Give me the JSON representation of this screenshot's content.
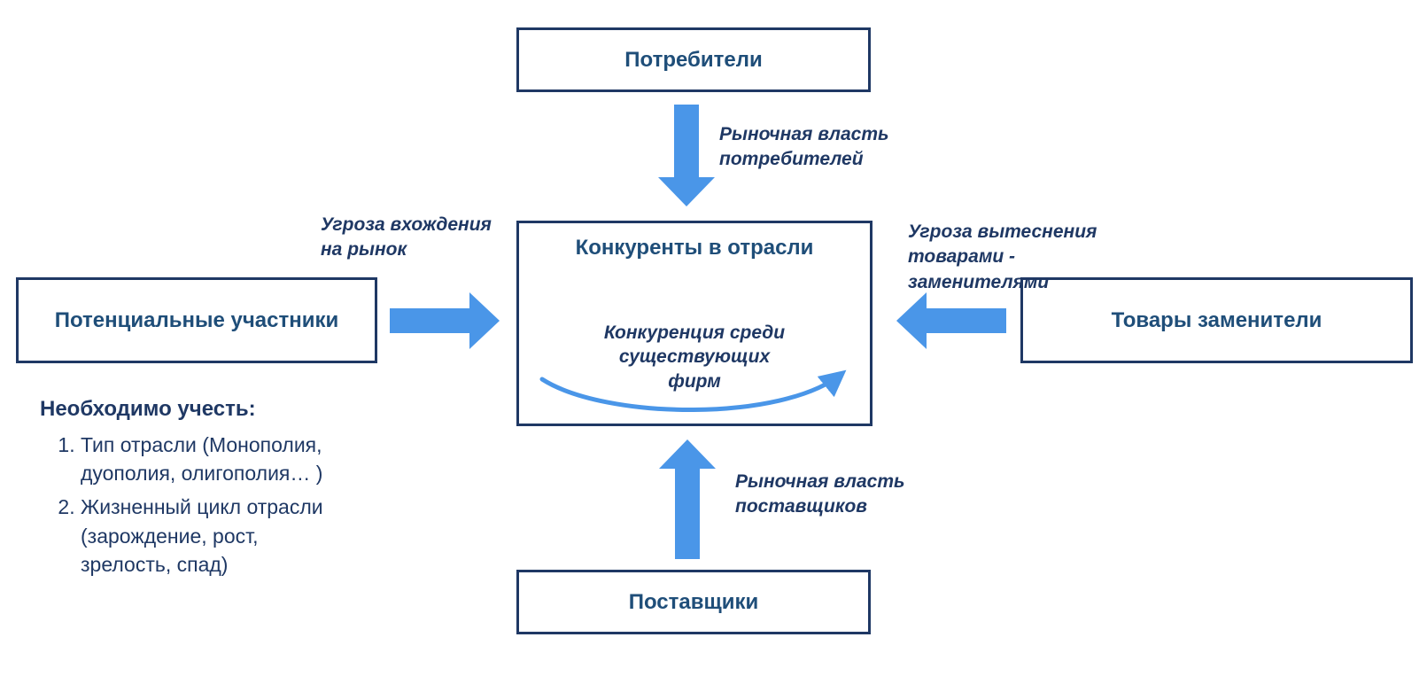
{
  "boxes": {
    "consumers": "Потребители",
    "center_title": "Конкуренты в отрасли",
    "center_inner": "Конкуренция среди существующих фирм",
    "entrants": "Потенциальные участники",
    "substitutes": "Товары заменители",
    "suppliers": "Поставщики"
  },
  "arrow_labels": {
    "consumer_power": "Рыночная власть потребителей",
    "entry_threat": "Угроза вхождения на рынок",
    "substitution_threat": "Угроза вытеснения товарами - заменителями",
    "supplier_power": "Рыночная власть поставщиков"
  },
  "notes": {
    "title": "Необходимо учесть:",
    "items": [
      "Тип отрасли (Монополия, дуополия, олигополия… )",
      "Жизненный цикл отрасли (зарождение, рост, зрелость, спад)"
    ]
  },
  "colors": {
    "box_border": "#1f3864",
    "box_text": "#1f4e79",
    "label_text": "#1f3864",
    "arrow_fill": "#4a96e8"
  }
}
